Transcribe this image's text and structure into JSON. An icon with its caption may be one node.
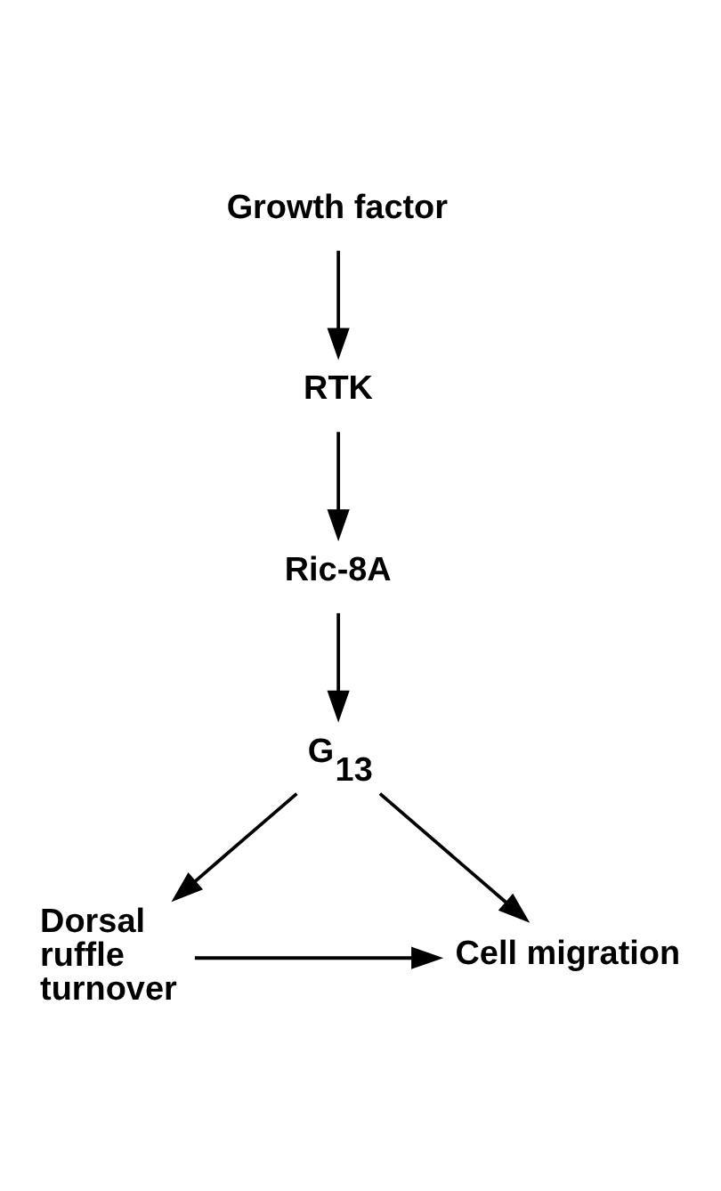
{
  "diagram": {
    "nodes": [
      {
        "text": [
          "Growth factor"
        ]
      },
      {
        "text": [
          "RTK"
        ]
      },
      {
        "text": [
          "Ric-8A"
        ]
      },
      {
        "text": [
          "G$_{13}$"
        ]
      },
      {
        "text": [
          "Dorsal ruffle turnover"
        ]
      },
      {
        "text": [
          "Cell migration"
        ]
      }
    ],
    "edges": [
      {
        "from": 0,
        "to": 1,
        "arrow": "to"
      },
      {
        "from": 1,
        "to": 2,
        "arrow": "to"
      },
      {
        "from": 2,
        "to": 3,
        "arrow": "to"
      },
      {
        "from": 3,
        "to": 4,
        "arrow": "to"
      },
      {
        "from": 3,
        "to": 5,
        "arrow": "to"
      },
      {
        "from": 4,
        "to": 5,
        "arrow": "to"
      }
    ]
  }
}
